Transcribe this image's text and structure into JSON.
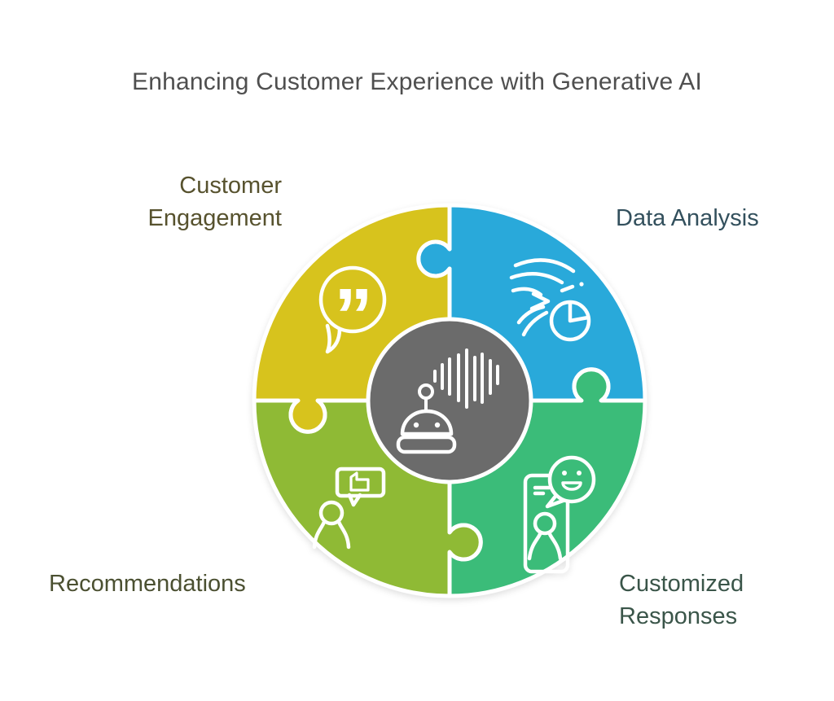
{
  "title": "Enhancing Customer Experience with Generative AI",
  "colors": {
    "background": "#ffffff",
    "title": "#4f4f4f",
    "stroke": "#ffffff",
    "center_fill": "#6b6b6b"
  },
  "center": {
    "icon": "robot-voice-assistant-icon"
  },
  "segments": [
    {
      "id": "customer-engagement",
      "label": "Customer Engagement",
      "label_lines": [
        "Customer",
        "Engagement"
      ],
      "color": "#d7c31d",
      "label_color": "#57522e",
      "icon": "chat-quotes-icon",
      "icon_glyph": "”",
      "position": "top-left"
    },
    {
      "id": "data-analysis",
      "label": "Data Analysis",
      "label_lines": [
        "Data Analysis"
      ],
      "color": "#29a9da",
      "label_color": "#33505d",
      "icon": "data-streams-pie-icon",
      "position": "top-right"
    },
    {
      "id": "recommendations",
      "label": "Recommendations",
      "label_lines": [
        "Recommendations"
      ],
      "color": "#8fba35",
      "label_color": "#4b5031",
      "icon": "person-thumbs-up-chat-icon",
      "position": "bottom-left"
    },
    {
      "id": "customized-responses",
      "label": "Customized Responses",
      "label_lines": [
        "Customized",
        "Responses"
      ],
      "color": "#3bbc79",
      "label_color": "#3a5549",
      "icon": "phone-smiley-chat-icon",
      "position": "bottom-right"
    }
  ]
}
